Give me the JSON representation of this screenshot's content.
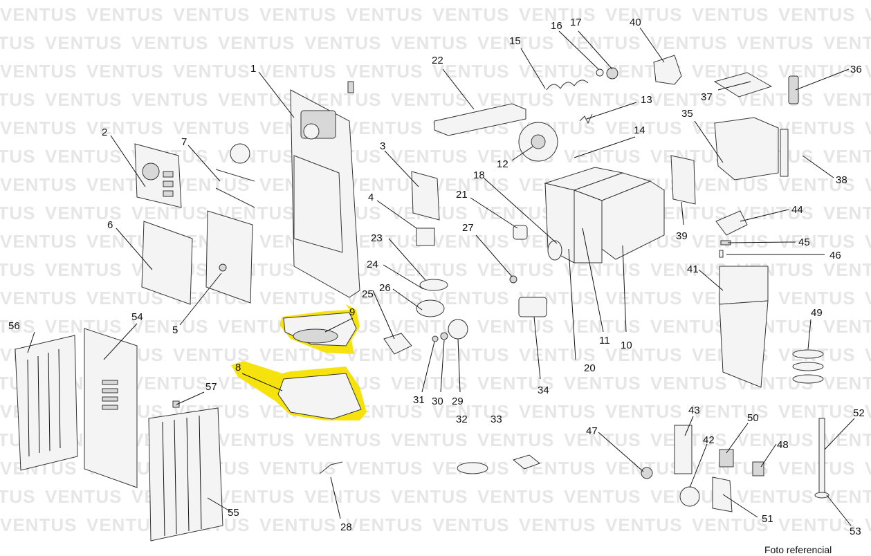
{
  "watermark_text": "VENTUS",
  "caption": "Foto referencial",
  "highlighted_parts": [
    "8",
    "9"
  ],
  "highlight_color": "#f5e000",
  "labels": {
    "l1": "1",
    "l2": "2",
    "l3": "3",
    "l4": "4",
    "l5": "5",
    "l6": "6",
    "l7": "7",
    "l8": "8",
    "l9": "9",
    "l10": "10",
    "l11": "11",
    "l12": "12",
    "l13": "13",
    "l14": "14",
    "l15": "15",
    "l16": "16",
    "l17": "17",
    "l18": "18",
    "l20": "20",
    "l21": "21",
    "l22": "22",
    "l23": "23",
    "l24": "24",
    "l25": "25",
    "l26": "26",
    "l27": "27",
    "l28": "28",
    "l29": "29",
    "l30": "30",
    "l31": "31",
    "l32": "32",
    "l33": "33",
    "l34": "34",
    "l35": "35",
    "l36": "36",
    "l37": "37",
    "l38": "38",
    "l39": "39",
    "l40": "40",
    "l41": "41",
    "l42": "42",
    "l43": "43",
    "l44": "44",
    "l45": "45",
    "l46": "46",
    "l47": "47",
    "l48": "48",
    "l49": "49",
    "l50": "50",
    "l51": "51",
    "l52": "52",
    "l53": "53",
    "l54": "54",
    "l55": "55",
    "l56": "56",
    "l57": "57"
  }
}
